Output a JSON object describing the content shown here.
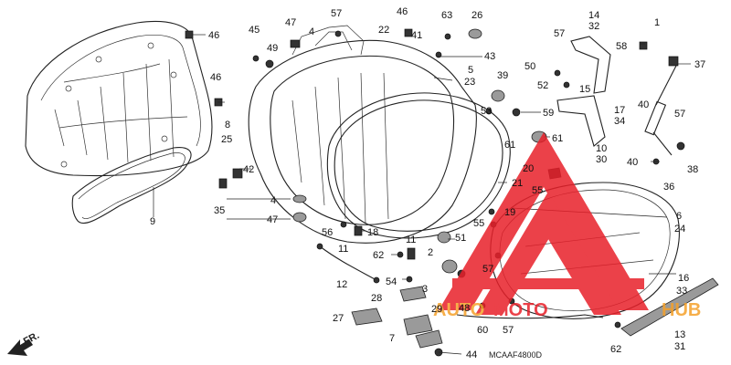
{
  "diagram": {
    "code": "MCAAF4800D",
    "direction_label": "FR.",
    "watermark": {
      "text_auto": "AUTO",
      "text_moto": "MOTO",
      "text_hub": "HUB",
      "red": "#e8202a",
      "orange": "#f5a12a"
    },
    "callouts": [
      {
        "id": "c46a",
        "text": "46"
      },
      {
        "id": "c45",
        "text": "45"
      },
      {
        "id": "c49",
        "text": "49"
      },
      {
        "id": "c47a",
        "text": "47"
      },
      {
        "id": "c4a",
        "text": "4"
      },
      {
        "id": "c57a",
        "text": "57"
      },
      {
        "id": "c46b",
        "text": "46"
      },
      {
        "id": "c63",
        "text": "63"
      },
      {
        "id": "c26",
        "text": "26"
      },
      {
        "id": "c22",
        "text": "22"
      },
      {
        "id": "c41",
        "text": "41"
      },
      {
        "id": "c43",
        "text": "43"
      },
      {
        "id": "c14",
        "text": "14"
      },
      {
        "id": "c32",
        "text": "32"
      },
      {
        "id": "c1",
        "text": "1"
      },
      {
        "id": "c57b",
        "text": "57"
      },
      {
        "id": "c58",
        "text": "58"
      },
      {
        "id": "c37",
        "text": "37"
      },
      {
        "id": "c50",
        "text": "50"
      },
      {
        "id": "c5",
        "text": "5"
      },
      {
        "id": "c23",
        "text": "23"
      },
      {
        "id": "c39",
        "text": "39"
      },
      {
        "id": "c52",
        "text": "52"
      },
      {
        "id": "c15",
        "text": "15"
      },
      {
        "id": "c40a",
        "text": "40"
      },
      {
        "id": "c53",
        "text": "53"
      },
      {
        "id": "c59",
        "text": "59"
      },
      {
        "id": "c17",
        "text": "17"
      },
      {
        "id": "c34",
        "text": "34"
      },
      {
        "id": "c57c",
        "text": "57"
      },
      {
        "id": "c61a",
        "text": "61"
      },
      {
        "id": "c61b",
        "text": "61"
      },
      {
        "id": "c10",
        "text": "10"
      },
      {
        "id": "c30",
        "text": "30"
      },
      {
        "id": "c40b",
        "text": "40"
      },
      {
        "id": "c38",
        "text": "38"
      },
      {
        "id": "c36",
        "text": "36"
      },
      {
        "id": "c46c",
        "text": "46"
      },
      {
        "id": "c8",
        "text": "8"
      },
      {
        "id": "c25",
        "text": "25"
      },
      {
        "id": "c42",
        "text": "42"
      },
      {
        "id": "c35",
        "text": "35"
      },
      {
        "id": "c4b",
        "text": "4"
      },
      {
        "id": "c47b",
        "text": "47"
      },
      {
        "id": "c20",
        "text": "20"
      },
      {
        "id": "c55a",
        "text": "55"
      },
      {
        "id": "c21",
        "text": "21"
      },
      {
        "id": "c6",
        "text": "6"
      },
      {
        "id": "c24",
        "text": "24"
      },
      {
        "id": "c19",
        "text": "19"
      },
      {
        "id": "c55b",
        "text": "55"
      },
      {
        "id": "c9",
        "text": "9"
      },
      {
        "id": "c56",
        "text": "56"
      },
      {
        "id": "c11a",
        "text": "11"
      },
      {
        "id": "c18",
        "text": "18"
      },
      {
        "id": "c51",
        "text": "51"
      },
      {
        "id": "c11b",
        "text": "11"
      },
      {
        "id": "c62a",
        "text": "62"
      },
      {
        "id": "c2",
        "text": "2"
      },
      {
        "id": "c57d",
        "text": "57"
      },
      {
        "id": "c12",
        "text": "12"
      },
      {
        "id": "c54",
        "text": "54"
      },
      {
        "id": "c3",
        "text": "3"
      },
      {
        "id": "c16",
        "text": "16"
      },
      {
        "id": "c33",
        "text": "33"
      },
      {
        "id": "c28",
        "text": "28"
      },
      {
        "id": "c29",
        "text": "29"
      },
      {
        "id": "c48",
        "text": "48"
      },
      {
        "id": "c27",
        "text": "27"
      },
      {
        "id": "c60",
        "text": "60"
      },
      {
        "id": "c57e",
        "text": "57"
      },
      {
        "id": "c7",
        "text": "7"
      },
      {
        "id": "c13",
        "text": "13"
      },
      {
        "id": "c31",
        "text": "31"
      },
      {
        "id": "c44",
        "text": "44"
      },
      {
        "id": "c62b",
        "text": "62"
      }
    ]
  }
}
